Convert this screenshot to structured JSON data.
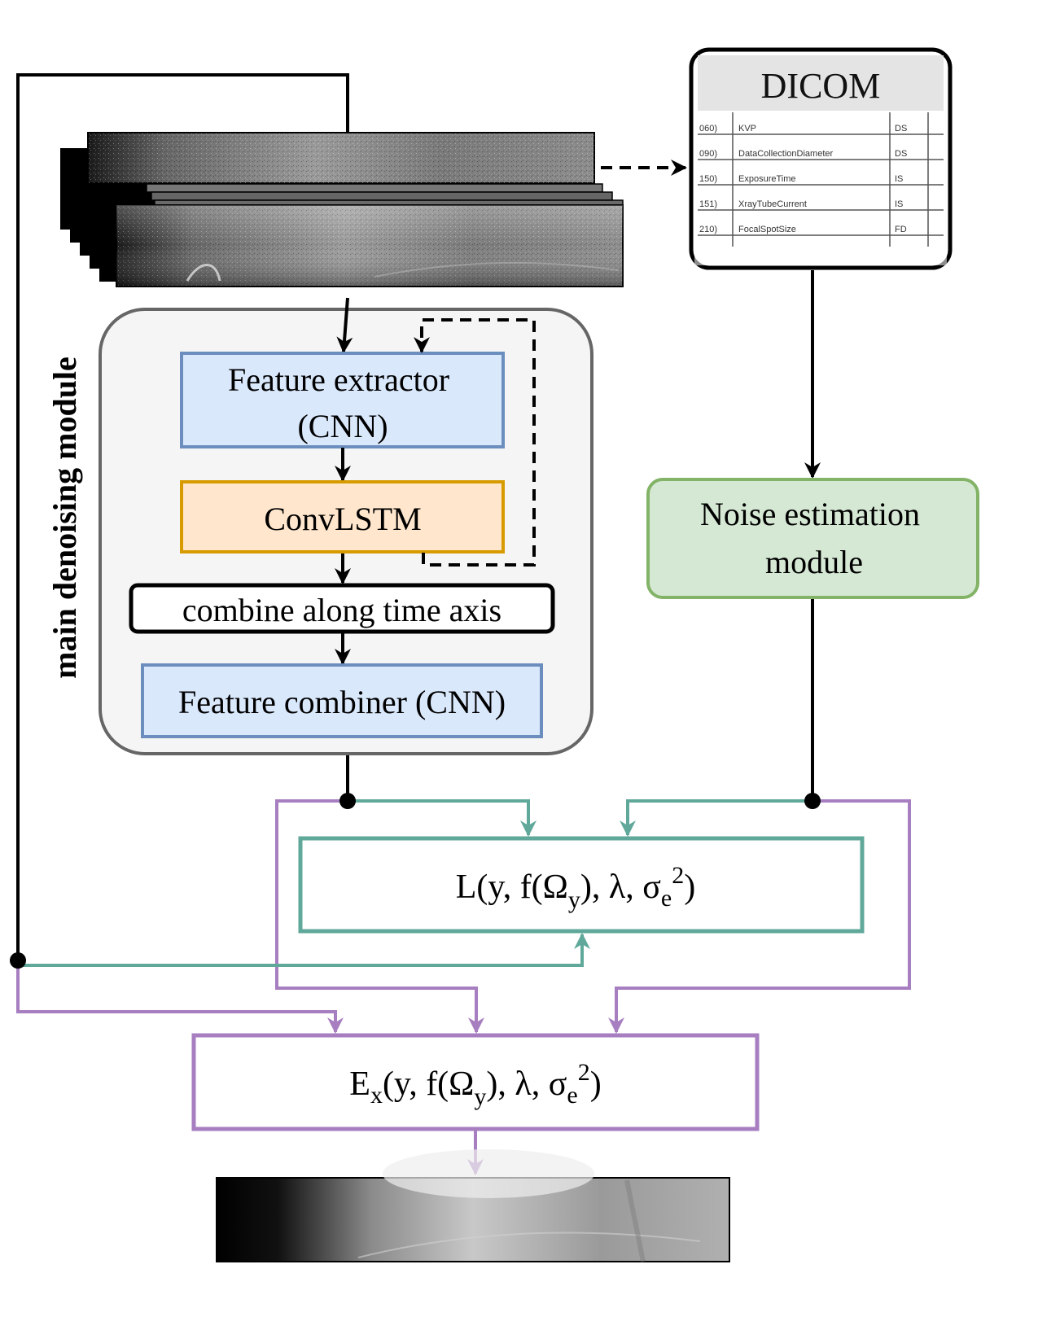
{
  "module_label": "main denoising module",
  "blocks": {
    "feature_extractor": [
      "Feature extractor",
      "(CNN)"
    ],
    "convlstm": "ConvLSTM",
    "combine": "combine along time axis",
    "feature_combiner": "Feature combiner (CNN)",
    "noise_estimation": [
      "Noise estimation",
      "module"
    ]
  },
  "loss": {
    "main": "L(y, f(",
    "omega": "Ω",
    "omega_sub": "y",
    "rest": "), λ, σ",
    "sigma_sub": "e",
    "sigma_sup": "2",
    "close": ")"
  },
  "estimator": {
    "main": "E",
    "main_sub": "x",
    "args": "(y, f(",
    "omega": "Ω",
    "omega_sub": "y",
    "rest": "), λ, σ",
    "sigma_sub": "e",
    "sigma_sup": "2",
    "close": ")"
  },
  "dicom": {
    "title": "DICOM",
    "rows": [
      {
        "tag": "060)",
        "name": "KVP",
        "vr": "DS"
      },
      {
        "tag": "090)",
        "name": "DataCollectionDiameter",
        "vr": "DS"
      },
      {
        "tag": "150)",
        "name": "ExposureTime",
        "vr": "IS"
      },
      {
        "tag": "151)",
        "name": "XrayTubeCurrent",
        "vr": "IS"
      },
      {
        "tag": "210)",
        "name": "FocalSpotSize",
        "vr": "FD"
      }
    ]
  },
  "colors": {
    "teal": "#5fa89a",
    "purple": "#a77ec0",
    "blue_fill": "#dae8fc",
    "blue_stroke": "#6c8ebf",
    "orange_fill": "#ffe6cc",
    "orange_stroke": "#d79b00",
    "green_fill": "#d5e8d4",
    "green_stroke": "#82b366",
    "module_fill": "#f5f5f5",
    "module_stroke": "#666666"
  }
}
